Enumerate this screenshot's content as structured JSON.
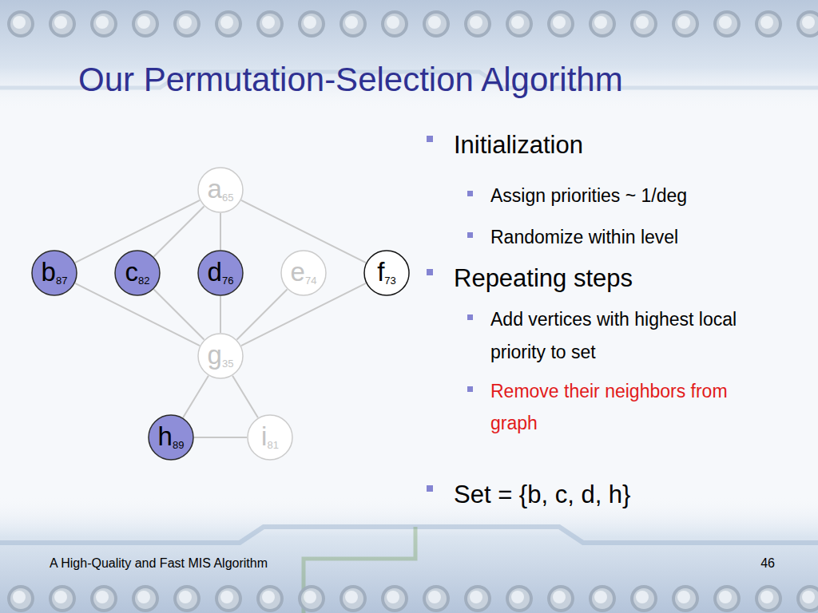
{
  "diagram": {
    "title": "Our Permutation-Selection Algorithm",
    "nodes": [
      {
        "text": [
          "a",
          "65"
        ]
      },
      {
        "text": [
          "b",
          "87"
        ]
      },
      {
        "text": [
          "c",
          "82"
        ]
      },
      {
        "text": [
          "d",
          "76"
        ]
      },
      {
        "text": [
          "e",
          "74"
        ]
      },
      {
        "text": [
          "f",
          "73"
        ]
      },
      {
        "text": [
          "g",
          "35"
        ]
      },
      {
        "text": [
          "h",
          "89"
        ]
      },
      {
        "text": [
          "i",
          "81"
        ]
      }
    ],
    "edges": [
      {
        "from": 0,
        "to": 1,
        "arrow": "none"
      },
      {
        "from": 0,
        "to": 2,
        "arrow": "none"
      },
      {
        "from": 0,
        "to": 3,
        "arrow": "none"
      },
      {
        "from": 0,
        "to": 5,
        "arrow": "none"
      },
      {
        "from": 1,
        "to": 6,
        "arrow": "none"
      },
      {
        "from": 2,
        "to": 6,
        "arrow": "none"
      },
      {
        "from": 3,
        "to": 6,
        "arrow": "none"
      },
      {
        "from": 4,
        "to": 6,
        "arrow": "none"
      },
      {
        "from": 5,
        "to": 6,
        "arrow": "none"
      },
      {
        "from": 6,
        "to": 7,
        "arrow": "none"
      },
      {
        "from": 6,
        "to": 8,
        "arrow": "none"
      },
      {
        "from": 7,
        "to": 8,
        "arrow": "none"
      }
    ],
    "labels": [
      "Initialization",
      "Assign priorities ~ 1/deg",
      "Randomize within level",
      "Repeating steps",
      "Add vertices with highest local priority to set",
      "Remove their neighbors from graph",
      "Set = {b, c, d, h}",
      "A High-Quality and Fast MIS Algorithm",
      "46"
    ]
  }
}
